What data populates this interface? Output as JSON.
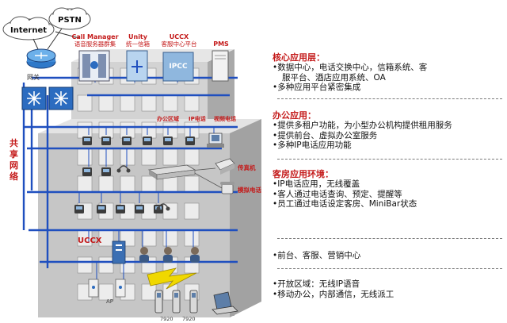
{
  "cloud": {
    "internet": "Internet",
    "pstn": "PSTN"
  },
  "left_labels": {
    "gateway": "网关",
    "shared_network": [
      "共",
      "享",
      "网",
      "络"
    ]
  },
  "top_labels": {
    "call_manager": [
      "Call Manager",
      "语音服务器群集"
    ],
    "unity": [
      "Unity",
      "统一信箱"
    ],
    "uccx": [
      "UCCX",
      "客服中心平台"
    ],
    "pms": "PMS"
  },
  "floor_labels": {
    "office": [
      "办公区域",
      "IP电话",
      "视频电话"
    ],
    "fax": "传真机",
    "analog_phone": "模拟电话",
    "uccx_floor": "UCCX",
    "ap": "AP",
    "phone_models": [
      "7920",
      "7920"
    ]
  },
  "panel": {
    "sections": [
      {
        "title": "核心应用层：",
        "items": [
          "•数据中心，电话交换中心，信箱系统、客",
          "服平台、酒店应用系统、OA",
          "•多种应用平台紧密集成"
        ]
      },
      {
        "title": "办公应用：",
        "items": [
          "•提供多租户功能，为小型办公机构提供租用服务",
          "•提供前台、虚拟办公室服务",
          "•多种IP电话应用功能"
        ]
      },
      {
        "title": "客房应用环境：",
        "items": [
          "•IP电话应用，无线覆盖",
          "•客人通过电话查询、预定、提醒等",
          "•员工通过电话设定客房、MiniBar状态"
        ]
      },
      {
        "title": "",
        "items": [
          "•前台、客服、营销中心"
        ]
      },
      {
        "title": "",
        "items": [
          "•开放区域：无线IP语音",
          "•移动办公，内部通信，无线派工"
        ]
      }
    ]
  },
  "colors": {
    "accent_red": "#c41a1a",
    "network_blue": "#1f4fbf",
    "building_gray": "#cfcfcf"
  }
}
